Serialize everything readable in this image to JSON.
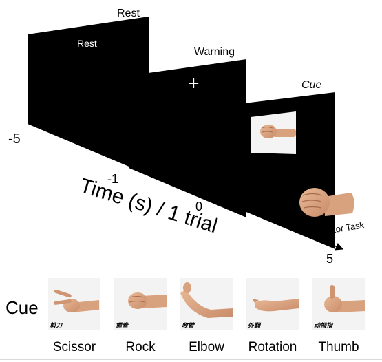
{
  "timeline": {
    "axis_label": "Time (s) / 1 trial",
    "ticks": [
      {
        "id": "minus5",
        "label": "-5"
      },
      {
        "id": "minus1",
        "label": "-1"
      },
      {
        "id": "zero",
        "label": "0"
      },
      {
        "id": "five",
        "label": "5"
      }
    ]
  },
  "screens": {
    "rest": {
      "title": "Rest",
      "content": "Rest"
    },
    "warning": {
      "title": "Warning",
      "content": "+"
    },
    "cue": {
      "title": "Cue"
    }
  },
  "motor_task": {
    "label": "Motor Task"
  },
  "cue_row": {
    "label": "Cue",
    "items": [
      {
        "name": "Scissor",
        "cn": "剪刀"
      },
      {
        "name": "Rock",
        "cn": "握拳"
      },
      {
        "name": "Elbow",
        "cn": "收臂"
      },
      {
        "name": "Rotation",
        "cn": "外翻"
      },
      {
        "name": "Thumb",
        "cn": "动拇指"
      }
    ]
  }
}
